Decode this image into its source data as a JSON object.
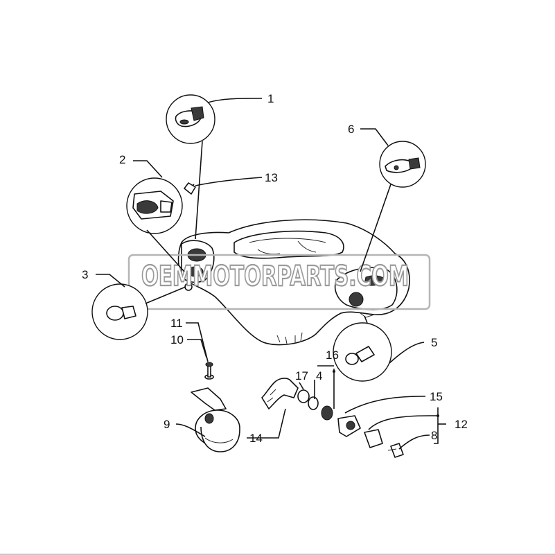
{
  "diagram": {
    "part_labels": {
      "p1": "1",
      "p2": "2",
      "p3": "3",
      "p4": "4",
      "p5": "5",
      "p6": "6",
      "p8": "8",
      "p9": "9",
      "p10": "10",
      "p11": "11",
      "p12": "12",
      "p13": "13",
      "p14": "14",
      "p15": "15",
      "p16": "16",
      "p17": "17"
    }
  },
  "watermark": {
    "text": "OEMMOTORPARTS.COM"
  }
}
